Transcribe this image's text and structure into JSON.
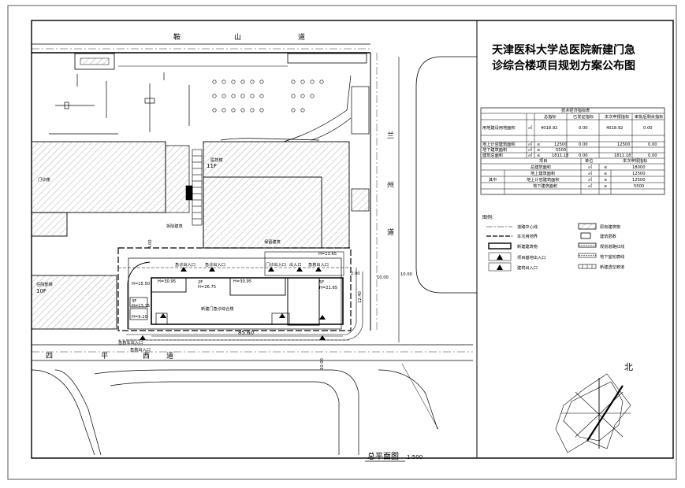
{
  "title": {
    "line1": "天津医科大学总医院新建门急",
    "line2": "诊综合楼项目规划方案公布图"
  },
  "roads": {
    "north": [
      "鞍",
      "山",
      "道"
    ],
    "east": [
      "兰",
      "州",
      "道"
    ],
    "south": [
      "四",
      "平",
      "西",
      "道"
    ]
  },
  "buildings": {
    "b11f": "11F",
    "b10f": "10F",
    "b3f": "3F",
    "b2f": "2F",
    "b5f": "5F",
    "main_name": "新建门急诊综合楼",
    "tag_medical": "医技楼",
    "tag_inpatient": "住院部楼",
    "tag_office": "门诊楼",
    "tag_demolish": "拆除建筑",
    "tag_keep": "保留建筑"
  },
  "heights": {
    "h1": "H=30.95",
    "h2": "H=26.75",
    "h3": "H=30.95",
    "h4": "H=21.65",
    "h5": "H=13.65",
    "h6": "H=15.50",
    "h7": "H=13.15",
    "h8": "H=9.10"
  },
  "gates": {
    "g1": "急诊出入口",
    "g2": "急诊出入口",
    "g3": "门诊出入口",
    "g4": "出入口",
    "g5": "急救出入口",
    "g6": "急救车出入口",
    "g7": "急救出入口"
  },
  "dims": {
    "d_width": "85.60",
    "d_10_1": "10.00",
    "d_10_2": "10.00",
    "d_10_3": "10.00",
    "d_2": "2.00",
    "d_12": "12.40",
    "d_h": "4.00"
  },
  "econ_table": {
    "caption": "技术经济指标表",
    "head": [
      "总指标",
      "已发证指标",
      "本次申报指标",
      "审批后剩余指标"
    ],
    "land_label": "用地建设用地面积",
    "unit_m2": "㎡",
    "land_vals": [
      "4018.92",
      "0.00",
      "4018.92",
      "0.00"
    ],
    "rows": [
      {
        "label": "地上计容建筑面积",
        "op": "≤",
        "v1": "12500",
        "v2": "0.00",
        "v3": "12500",
        "v4": "0.00"
      },
      {
        "label": "地下建筑面积",
        "op": "≤",
        "v1": "5500",
        "v2": "",
        "v3": "",
        "v4": ""
      },
      {
        "label": "建筑总面积",
        "op": "≤",
        "v1": "1811.18",
        "v2": "0.00",
        "v3": "1811.18",
        "v4": "0.00"
      }
    ],
    "sub_head": [
      "项目",
      "单位",
      "本次申报指标"
    ],
    "sub_rows": [
      {
        "group": "",
        "label": "总建筑面积",
        "unit": "㎡",
        "op": "≤",
        "val": "18000"
      },
      {
        "group": "",
        "label": "地上建筑面积",
        "unit": "㎡",
        "op": "≤",
        "val": "12500"
      },
      {
        "group": "其中",
        "label": "地上计容建筑面积",
        "unit": "㎡",
        "op": "≤",
        "val": "12500"
      },
      {
        "group": "",
        "label": "地下建筑面积",
        "unit": "㎡",
        "op": "≤",
        "val": "5500"
      }
    ]
  },
  "legend": {
    "title": "图例:",
    "items": [
      {
        "label": "道路中心线"
      },
      {
        "label": "本次用地界"
      },
      {
        "label": "新建建筑物"
      },
      {
        "label": "项目基地出入口"
      },
      {
        "label": "建筑出入口"
      },
      {
        "label": "原有建筑物"
      },
      {
        "label": "建筑层数"
      },
      {
        "label": "规划道路红线"
      },
      {
        "label": "地下室轮廓线"
      },
      {
        "label": "新建透空廊道"
      }
    ]
  },
  "compass": {
    "label": "北"
  },
  "footer": {
    "plan": "总平面图",
    "scale": "1:500"
  }
}
